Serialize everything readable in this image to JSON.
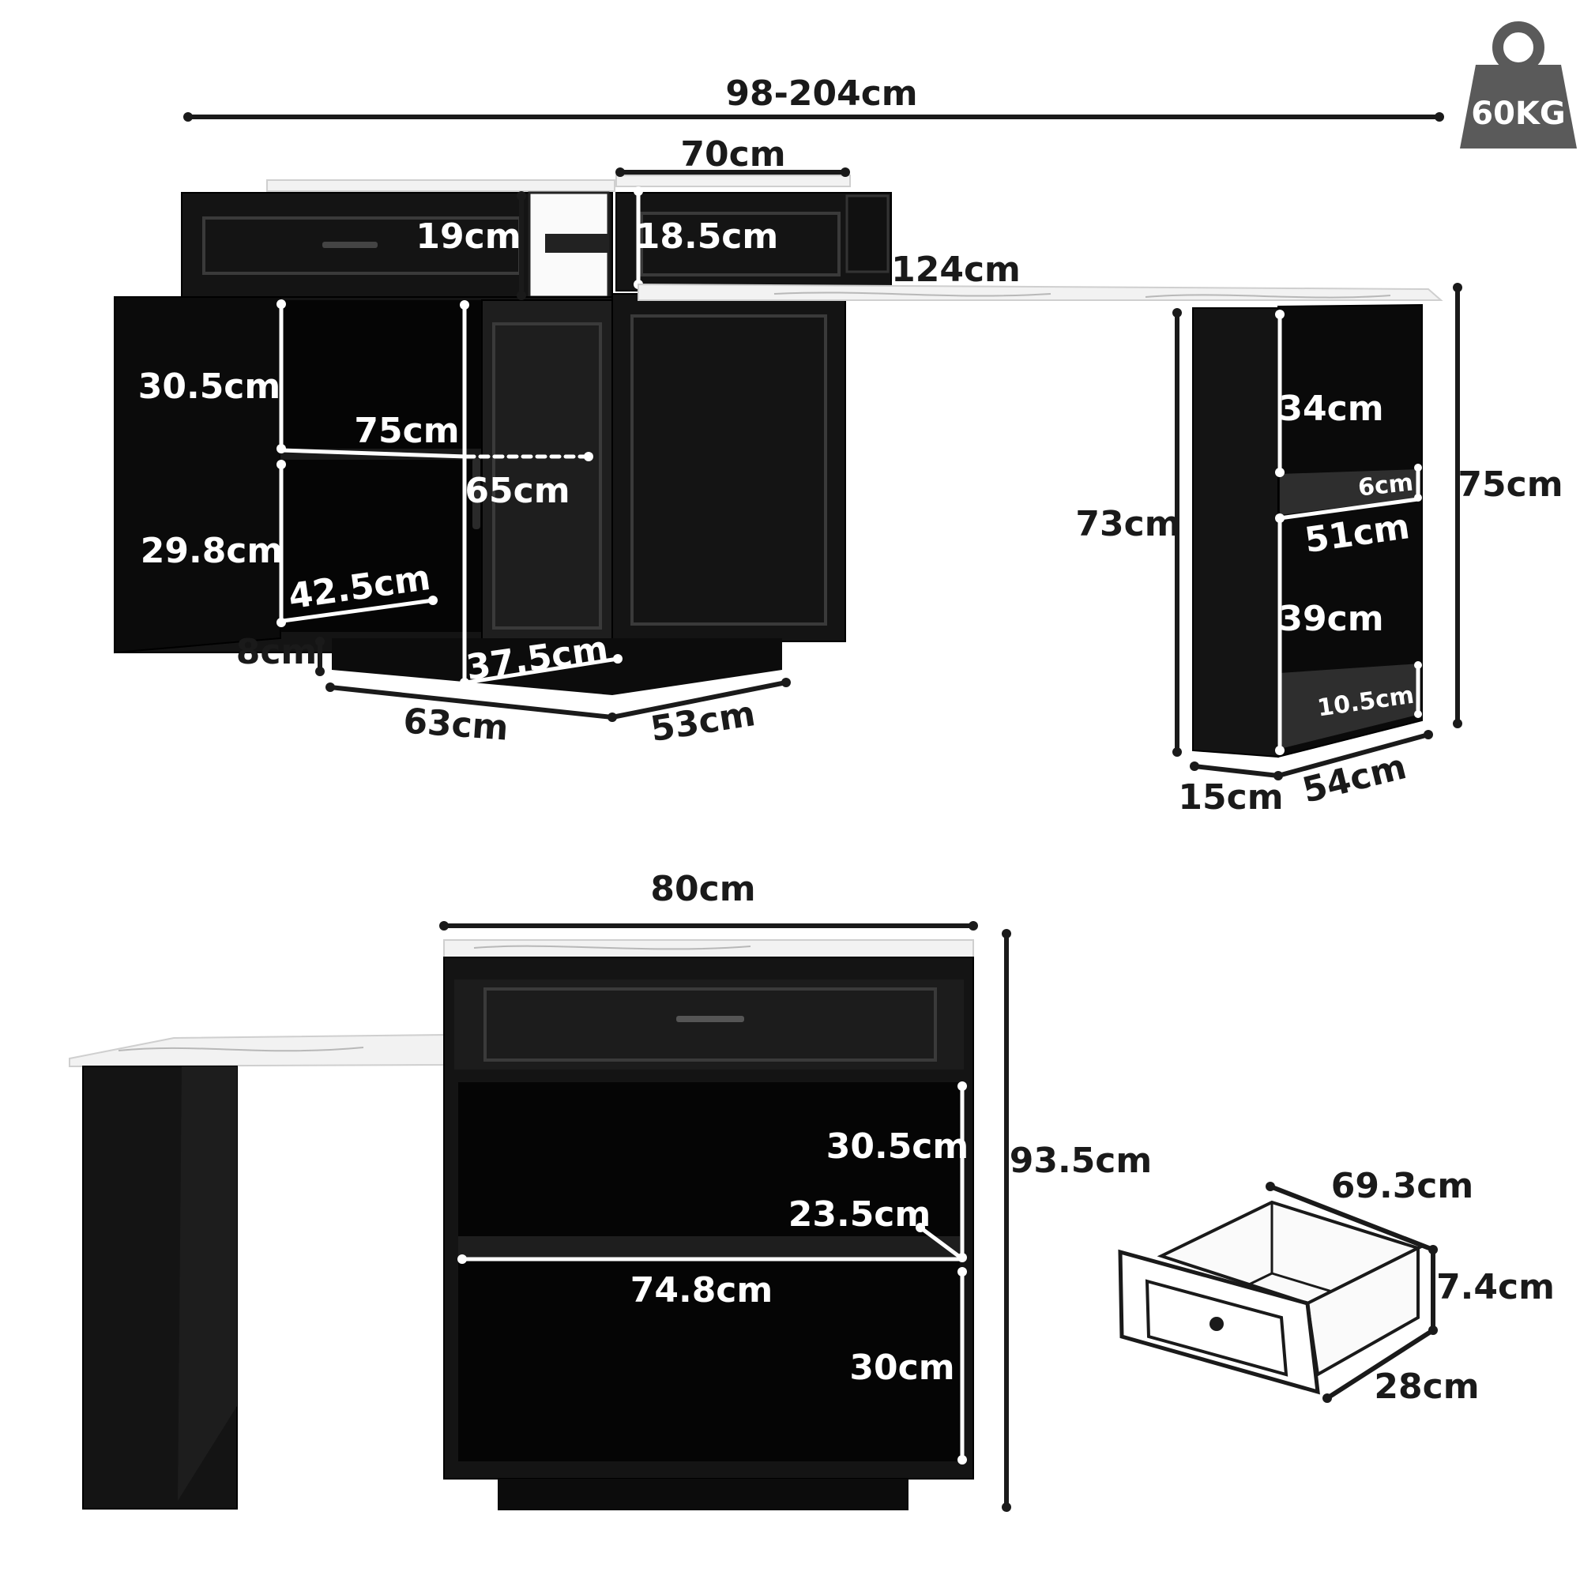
{
  "weight_badge": {
    "label": "60KG"
  },
  "top_view": {
    "overall_width": "98-204cm",
    "drawer_width": "70cm",
    "drawer_height_left": "19cm",
    "drawer_height_right": "18.5cm",
    "extension_length": "124cm",
    "upper_compartment_height": "30.5cm",
    "interior_width": "75cm",
    "cabinet_body_height": "65cm",
    "lower_compartment_height": "29.8cm",
    "shelf_depth": "42.5cm",
    "base_height": "8cm",
    "door_inner_depth": "37.5cm",
    "cabinet_width": "63cm",
    "cabinet_depth": "53cm"
  },
  "leg_view": {
    "leg_height": "73cm",
    "upper_shelf_height": "34cm",
    "shelf_thickness": "6cm",
    "shelf_width": "51cm",
    "lower_shelf_height": "39cm",
    "base_gap": "10.5cm",
    "total_height": "75cm",
    "panel_thickness": "15cm",
    "leg_depth": "54cm"
  },
  "front_view": {
    "top_width": "80cm",
    "upper_shelf_height": "30.5cm",
    "shelf_depth": "23.5cm",
    "shelf_width": "74.8cm",
    "lower_shelf_height": "30cm",
    "total_height": "93.5cm"
  },
  "drawer_detail": {
    "width": "69.3cm",
    "height": "7.4cm",
    "depth": "28cm"
  },
  "colors": {
    "furniture": "#141414",
    "marble": "#f2f2f2",
    "dimension_line": "#1a1a1a",
    "badge": "#5a5a5a"
  }
}
